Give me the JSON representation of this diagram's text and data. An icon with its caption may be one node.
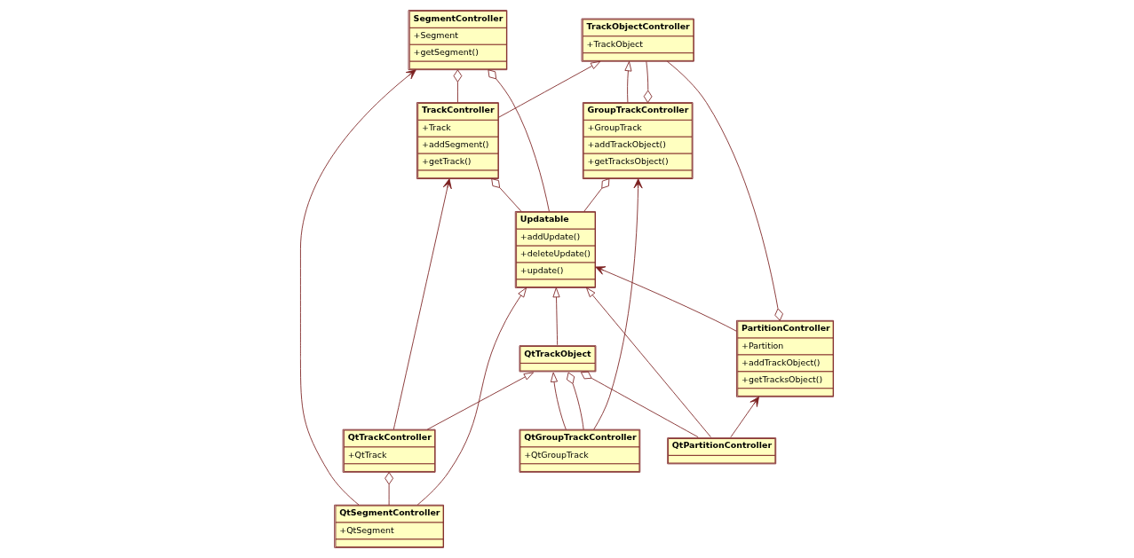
{
  "diagram": {
    "nodes": [
      {
        "text": [
          "PartitionController",
          "+Partition",
          "+addTrackObject()",
          "+getTracksObject()"
        ]
      },
      {
        "text": [
          "QtPartitionController"
        ]
      },
      {
        "text": [
          "Updatable",
          "+addUpdate()",
          "+deleteUpdate()",
          "+update()"
        ]
      },
      {
        "text": [
          "GroupTrackController",
          "+GroupTrack",
          "+addTrackObject()",
          "+getTracksObject()"
        ]
      },
      {
        "text": [
          "QtTrackObject"
        ]
      },
      {
        "text": [
          "TrackObjectController",
          "+TrackObject"
        ]
      },
      {
        "text": [
          "QtGroupTrackController",
          "+QtGroupTrack"
        ]
      },
      {
        "text": [
          "TrackController",
          "+Track",
          "+addSegment()",
          "+getTrack()"
        ]
      },
      {
        "text": [
          "QtTrackController",
          "+QtTrack"
        ]
      },
      {
        "text": [
          "SegmentController",
          "+Segment",
          "+getSegment()"
        ]
      },
      {
        "text": [
          "QtSegmentController",
          "+QtSegment"
        ]
      }
    ],
    "edges": [
      {
        "from": 1,
        "to": 0,
        "arrow": "to"
      },
      {
        "from": 0,
        "to": 2,
        "arrow": "to"
      },
      {
        "from": 5,
        "to": 0,
        "arrow": "other"
      },
      {
        "from": 1,
        "to": 2,
        "arrow": "to"
      },
      {
        "from": 1,
        "to": 4,
        "arrow": "other"
      },
      {
        "from": 3,
        "to": 5,
        "arrow": "to"
      },
      {
        "from": 5,
        "to": 3,
        "arrow": "other"
      },
      {
        "from": 2,
        "to": 3,
        "arrow": "other"
      },
      {
        "from": 4,
        "to": 2,
        "arrow": "to"
      },
      {
        "from": 6,
        "to": 4,
        "arrow": "to"
      },
      {
        "from": 6,
        "to": 4,
        "arrow": "other"
      },
      {
        "from": 8,
        "to": 4,
        "arrow": "to"
      },
      {
        "from": 7,
        "to": 5,
        "arrow": "to"
      },
      {
        "from": 2,
        "to": 7,
        "arrow": "other"
      },
      {
        "from": 6,
        "to": 3,
        "arrow": "to"
      },
      {
        "from": 8,
        "to": 7,
        "arrow": "to"
      },
      {
        "from": 7,
        "to": 9,
        "arrow": "other"
      },
      {
        "from": 2,
        "to": 9,
        "arrow": "other"
      },
      {
        "from": 10,
        "to": 2,
        "arrow": "to"
      },
      {
        "from": 10,
        "to": 8,
        "arrow": "other"
      },
      {
        "from": 10,
        "to": 9,
        "arrow": "to"
      }
    ]
  }
}
